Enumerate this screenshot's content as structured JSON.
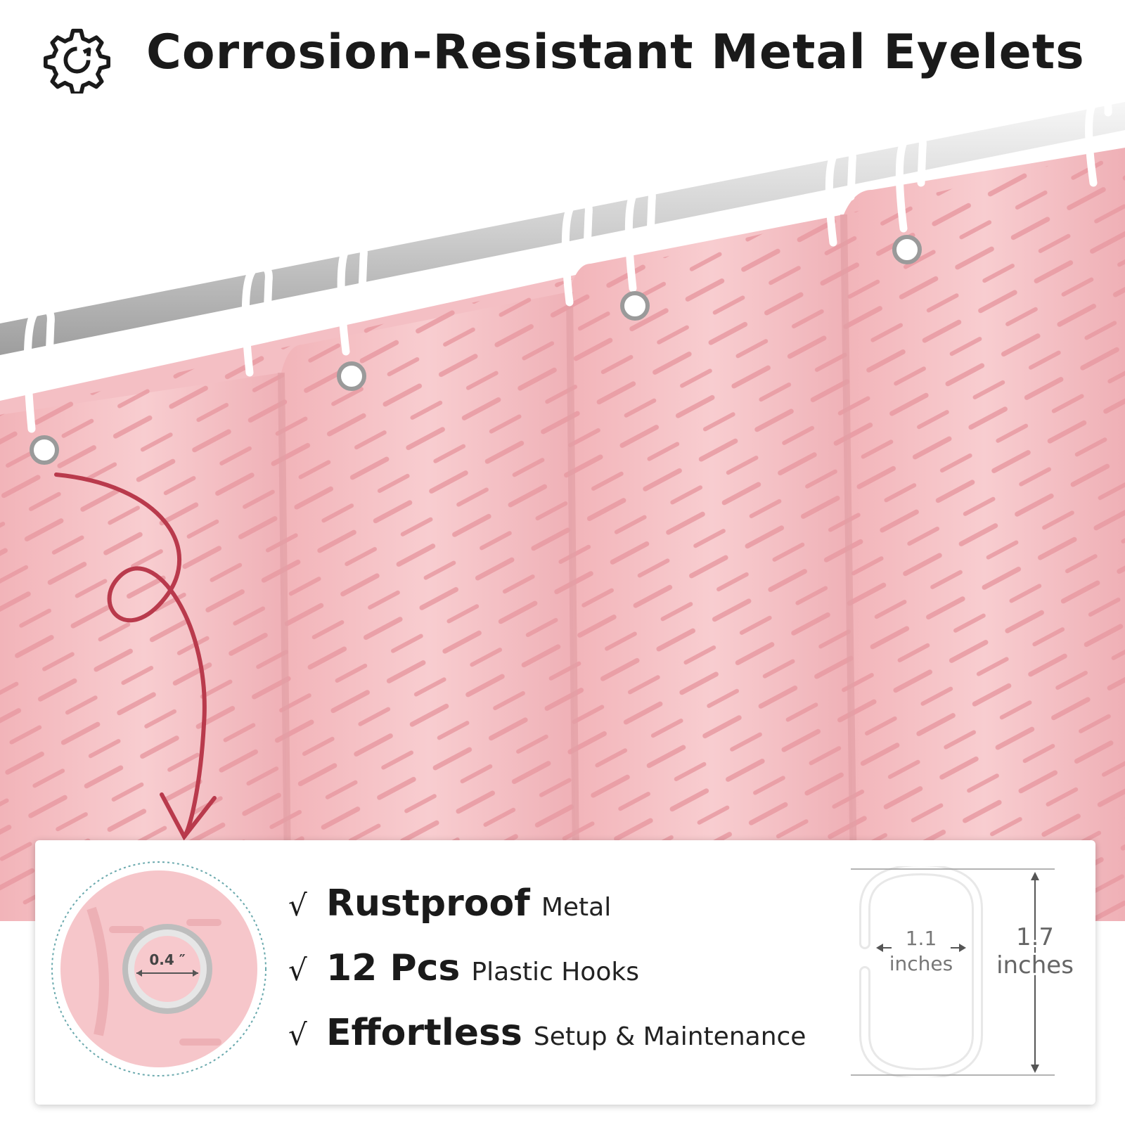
{
  "header": {
    "title": "Corrosion-Resistant Metal Eyelets",
    "icon": "gear-icon"
  },
  "scene": {
    "description_icon": "shower-curtain-photo",
    "colors": {
      "curtain": "#f6c2c6",
      "tuft": "#eaa3aa",
      "rod": "#d9d9d9",
      "hook": "#ffffff",
      "arrow": "#b93a4c"
    }
  },
  "zoom": {
    "size_label": "0.4 ″"
  },
  "features": [
    {
      "check": "√",
      "strong": "Rustproof",
      "light": "Metal"
    },
    {
      "check": "√",
      "strong": "12 Pcs",
      "light": "Plastic Hooks"
    },
    {
      "check": "√",
      "strong": "Effortless",
      "light": "Setup & Maintenance"
    }
  ],
  "ring": {
    "width_value": "1.1",
    "width_unit": "inches",
    "height_value": "1.7",
    "height_unit": "inches"
  }
}
